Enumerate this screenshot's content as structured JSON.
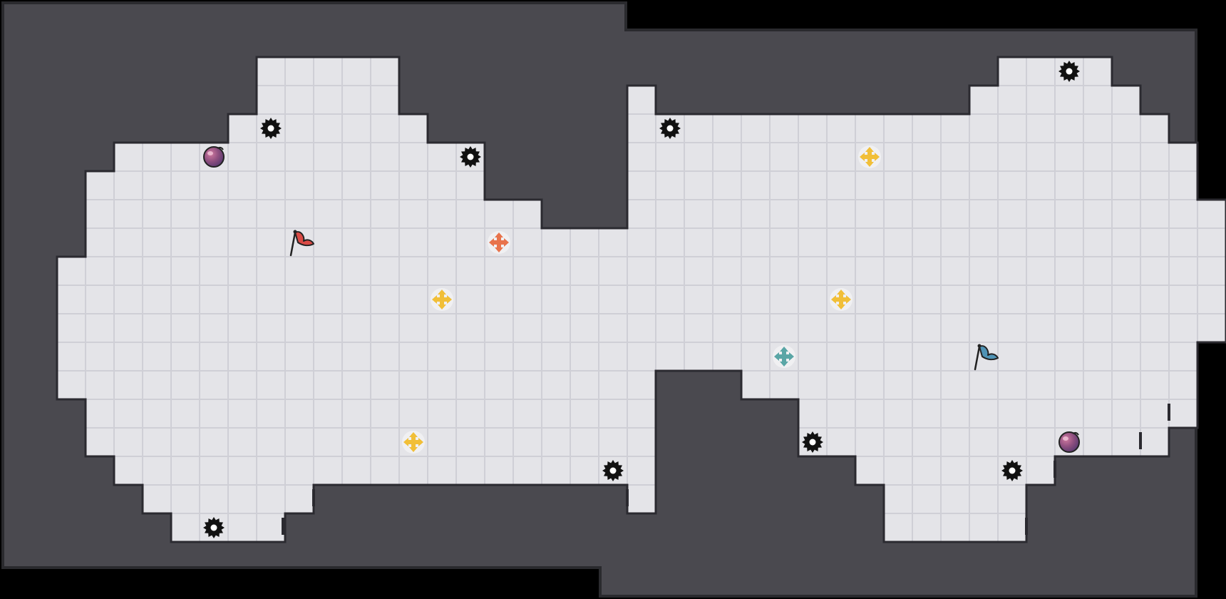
{
  "level": {
    "floor_rows": [
      {
        "row": 2,
        "spans": [
          [
            8,
            12
          ],
          [
            34,
            37
          ]
        ]
      },
      {
        "row": 3,
        "spans": [
          [
            8,
            12
          ],
          [
            21,
            21
          ],
          [
            33,
            38
          ]
        ]
      },
      {
        "row": 4,
        "spans": [
          [
            7,
            13
          ],
          [
            21,
            39
          ]
        ]
      },
      {
        "row": 5,
        "spans": [
          [
            3,
            15
          ],
          [
            21,
            40
          ]
        ]
      },
      {
        "row": 6,
        "spans": [
          [
            2,
            15
          ],
          [
            21,
            40
          ]
        ]
      },
      {
        "row": 7,
        "spans": [
          [
            2,
            17
          ],
          [
            21,
            41
          ]
        ]
      },
      {
        "row": 8,
        "spans": [
          [
            2,
            41
          ]
        ]
      },
      {
        "row": 9,
        "spans": [
          [
            1,
            41
          ]
        ]
      },
      {
        "row": 10,
        "spans": [
          [
            1,
            41
          ]
        ]
      },
      {
        "row": 11,
        "spans": [
          [
            1,
            41
          ]
        ]
      },
      {
        "row": 12,
        "spans": [
          [
            1,
            40
          ]
        ]
      },
      {
        "row": 13,
        "spans": [
          [
            1,
            21
          ],
          [
            25,
            40
          ]
        ]
      },
      {
        "row": 14,
        "spans": [
          [
            2,
            21
          ],
          [
            27,
            40
          ]
        ]
      },
      {
        "row": 15,
        "spans": [
          [
            2,
            21
          ],
          [
            27,
            39
          ]
        ]
      },
      {
        "row": 16,
        "spans": [
          [
            3,
            21
          ],
          [
            29,
            35
          ]
        ]
      },
      {
        "row": 17,
        "spans": [
          [
            4,
            9
          ],
          [
            21,
            21
          ],
          [
            30,
            34
          ]
        ]
      },
      {
        "row": 18,
        "spans": [
          [
            5,
            8
          ],
          [
            30,
            34
          ]
        ]
      }
    ],
    "items": [
      {
        "kind": "saw",
        "icon": "saw-blade-icon",
        "row": 2,
        "col": 36
      },
      {
        "kind": "saw",
        "icon": "saw-blade-icon",
        "row": 4,
        "col": 8
      },
      {
        "kind": "saw",
        "icon": "saw-blade-icon",
        "row": 4,
        "col": 22
      },
      {
        "kind": "saw",
        "icon": "saw-blade-icon",
        "row": 5,
        "col": 15
      },
      {
        "kind": "saw",
        "icon": "saw-blade-icon",
        "row": 15,
        "col": 27
      },
      {
        "kind": "saw",
        "icon": "saw-blade-icon",
        "row": 16,
        "col": 20
      },
      {
        "kind": "saw",
        "icon": "saw-blade-icon",
        "row": 16,
        "col": 34
      },
      {
        "kind": "saw",
        "icon": "saw-blade-icon",
        "row": 18,
        "col": 6
      },
      {
        "kind": "orb",
        "icon": "orb-icon",
        "row": 5,
        "col": 6
      },
      {
        "kind": "orb",
        "icon": "orb-icon",
        "row": 15,
        "col": 36
      },
      {
        "kind": "flag",
        "icon": "red-flag-icon",
        "row": 8,
        "col": 9,
        "color": "#d94a45"
      },
      {
        "kind": "flag",
        "icon": "blue-flag-icon",
        "row": 12,
        "col": 33,
        "color": "#4f93b5"
      },
      {
        "kind": "cross",
        "icon": "move-arrows-icon",
        "row": 8,
        "col": 16,
        "color": "#e8734c"
      },
      {
        "kind": "cross",
        "icon": "move-arrows-icon",
        "row": 5,
        "col": 29,
        "color": "#f1bf38"
      },
      {
        "kind": "cross",
        "icon": "move-arrows-icon",
        "row": 10,
        "col": 14,
        "color": "#f1bf38"
      },
      {
        "kind": "cross",
        "icon": "move-arrows-icon",
        "row": 10,
        "col": 28,
        "color": "#f1bf38"
      },
      {
        "kind": "cross",
        "icon": "move-arrows-icon",
        "row": 15,
        "col": 13,
        "color": "#f1bf38"
      },
      {
        "kind": "cross",
        "icon": "move-arrows-icon",
        "row": 12,
        "col": 26,
        "color": "#5aa6a6"
      }
    ],
    "colors": {
      "background": "#000000",
      "wall": "#4a494f",
      "wall_edge": "#2a2a2e",
      "floor": "#e4e4e8",
      "grid_line": "#cfcfd6",
      "saw": "#111111",
      "orb": "#8e4f7f"
    }
  }
}
